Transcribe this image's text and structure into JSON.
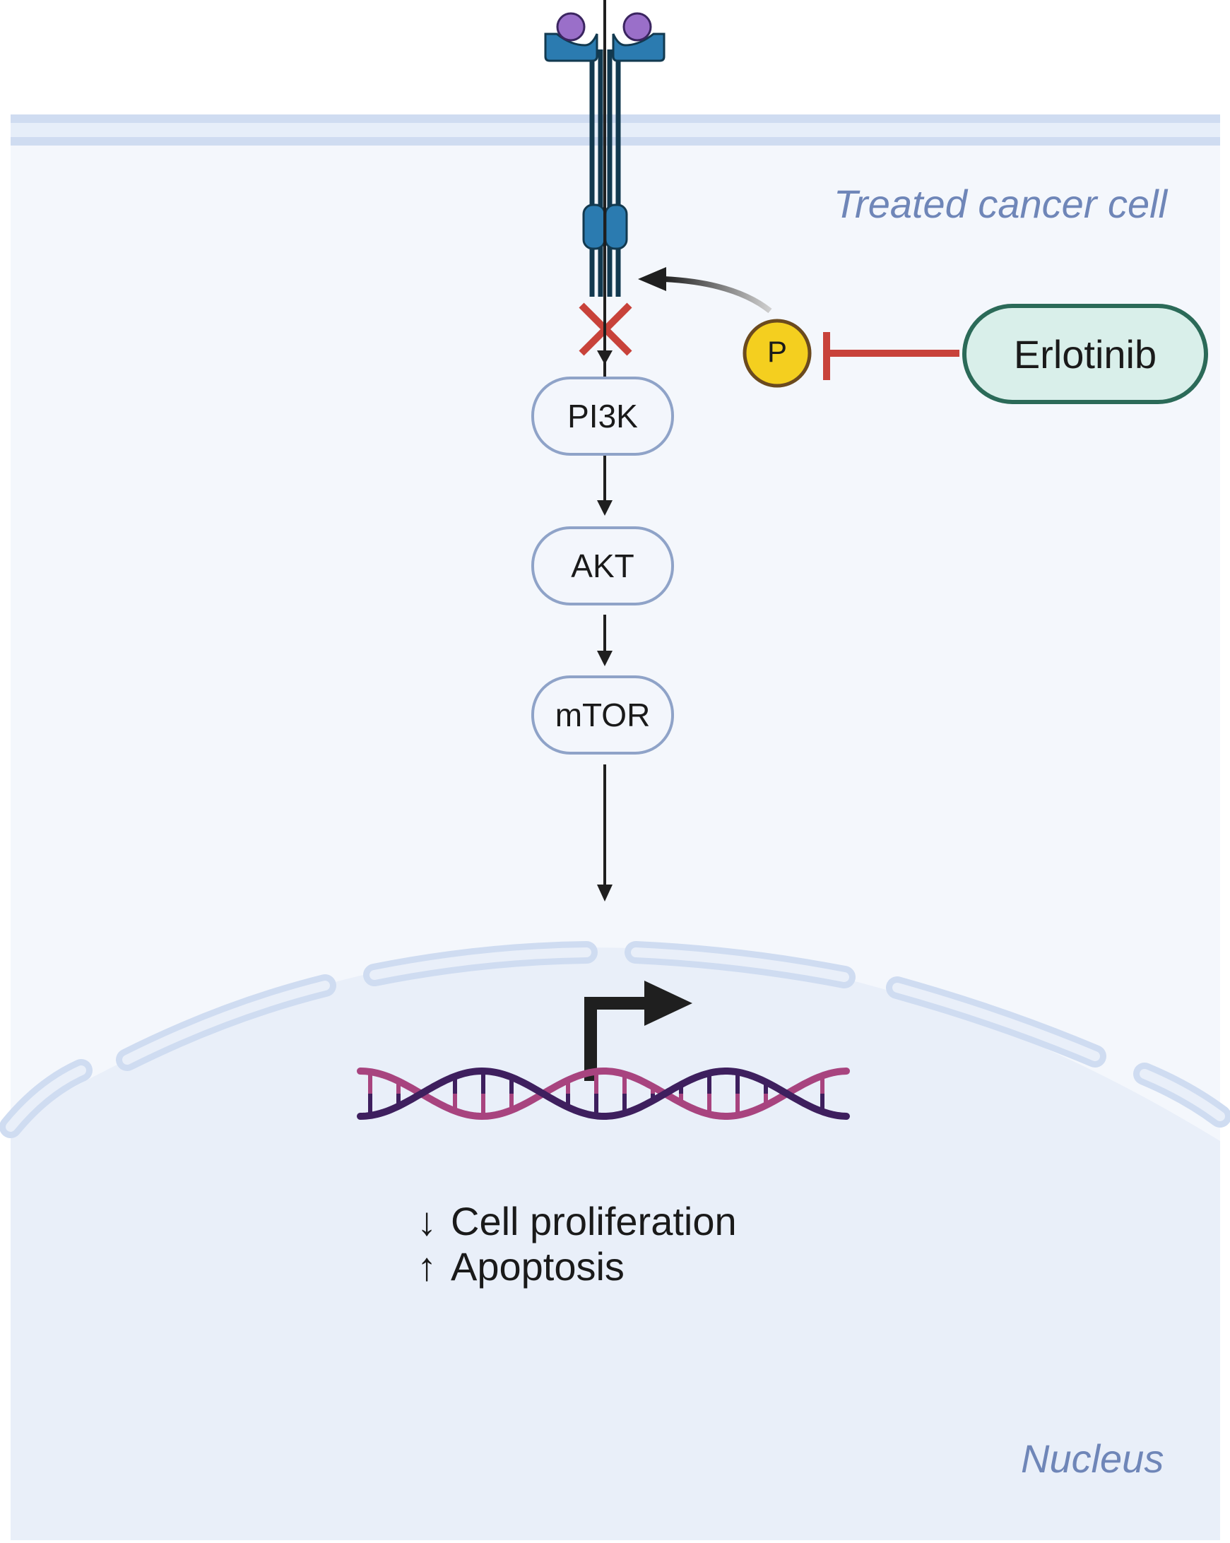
{
  "labels": {
    "cell_region": "Treated cancer cell",
    "nucleus_region": "Nucleus",
    "drug": "Erlotinib",
    "phospho": "P"
  },
  "pathway": [
    {
      "label": "PI3K"
    },
    {
      "label": "AKT"
    },
    {
      "label": "mTOR"
    }
  ],
  "outcomes": [
    {
      "arrow": "↓",
      "text": "Cell proliferation"
    },
    {
      "arrow": "↑",
      "text": "Apoptosis"
    }
  ],
  "colors": {
    "cytoplasm": "#f4f7fc",
    "nucleus": "#e9eff9",
    "membrane": "#cfdcf1",
    "receptor": "#2b7bb0",
    "receptor_line": "#12394f",
    "ligand": "#9a6fc9",
    "inhibit": "#c8423a",
    "phospho": "#f4cf1f",
    "drug_fill": "#d9efea",
    "drug_border": "#2b6a58",
    "dna_dark": "#3e1f5e",
    "dna_light": "#a8447f",
    "region_text": "#6f86b8",
    "pill_border": "#8fa3c8"
  }
}
